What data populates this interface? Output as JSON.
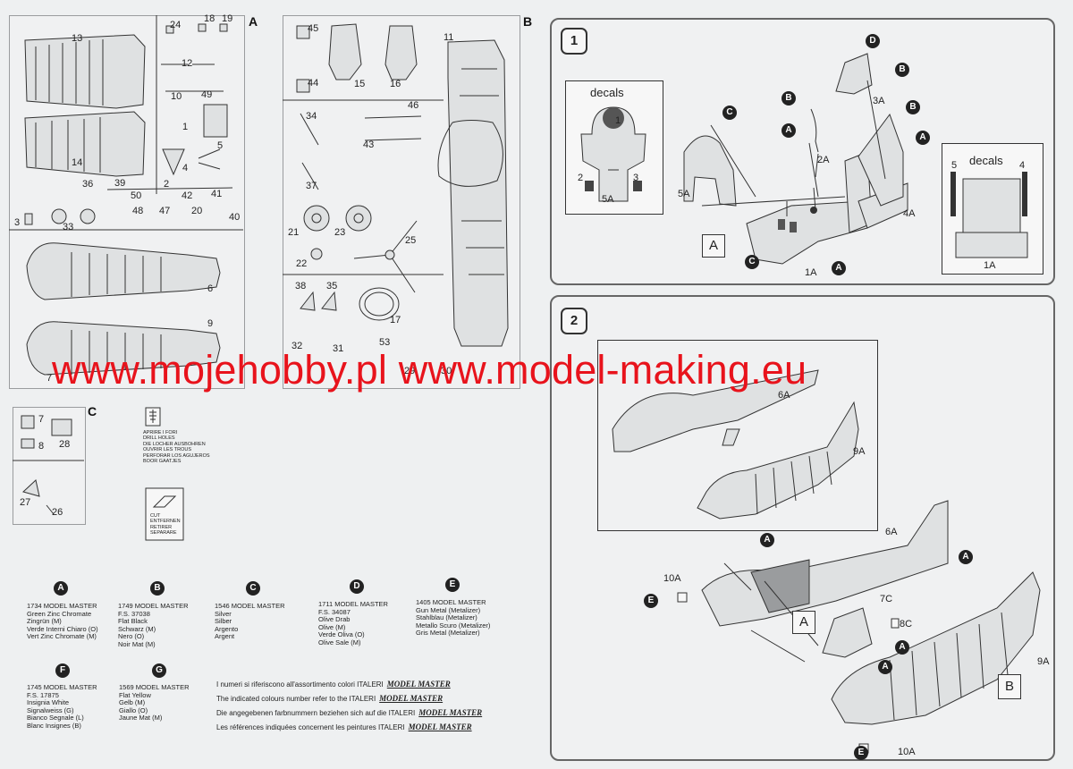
{
  "sprues": {
    "A": {
      "letter": "A",
      "parts": [
        "13",
        "24",
        "18",
        "19",
        "12",
        "10",
        "49",
        "1",
        "5",
        "14",
        "4",
        "36",
        "39",
        "50",
        "2",
        "42",
        "41",
        "3",
        "33",
        "48",
        "47",
        "20",
        "40",
        "6",
        "9",
        "7"
      ]
    },
    "B": {
      "letter": "B",
      "parts": [
        "45",
        "15",
        "16",
        "11",
        "44",
        "34",
        "46",
        "43",
        "37",
        "21",
        "23",
        "25",
        "22",
        "38",
        "35",
        "17",
        "32",
        "31",
        "53",
        "29",
        "30"
      ]
    },
    "C": {
      "letter": "C",
      "parts": [
        "7",
        "8",
        "28",
        "27",
        "26"
      ]
    }
  },
  "symbols": {
    "drill": [
      "APRIRE I FORI",
      "DRILL HOLES",
      "DIE LOCHER AUSBOHREN",
      "OUVRIR LES TROUS",
      "PERFORAR LOS AGUJEROS",
      "BOOR GAATJES"
    ],
    "cut": [
      "CUT",
      "ENTFERNEN",
      "RETIRER",
      "SEPARARE"
    ]
  },
  "colors": [
    {
      "letter": "A",
      "lines": [
        "1734 MODEL MASTER",
        "Green Zinc Chromate",
        "Zingrün (M)",
        "Verde Interni Chiaro (O)",
        "Vert Zinc Chromate (M)"
      ]
    },
    {
      "letter": "B",
      "lines": [
        "1749 MODEL MASTER",
        "F.S. 37038",
        "Flat Black",
        "Schwarz (M)",
        "Nero (O)",
        "Noir Mat (M)"
      ]
    },
    {
      "letter": "C",
      "lines": [
        "1546 MODEL MASTER",
        "Silver",
        "Silber",
        "Argento",
        "Argent"
      ]
    },
    {
      "letter": "D",
      "lines": [
        "1711 MODEL MASTER",
        "F.S. 34087",
        "Olive Drab",
        "Olive (M)",
        "Verde Oliva (O)",
        "Olive Sale (M)"
      ]
    },
    {
      "letter": "E",
      "lines": [
        "1405 MODEL MASTER",
        "Gun Metal (Metalizer)",
        "Stahlblau (Metalizer)",
        "Metallo Scuro (Metalizer)",
        "Gris Metal (Metalizer)"
      ]
    },
    {
      "letter": "F",
      "lines": [
        "1745 MODEL MASTER",
        "F.S. 17875",
        "Insignia White",
        "Signalweiss (G)",
        "Bianco Segnale (L)",
        "Blanc Insignes (B)"
      ]
    },
    {
      "letter": "G",
      "lines": [
        "1569 MODEL MASTER",
        "Flat Yellow",
        "Gelb (M)",
        "Giallo (O)",
        "Jaune Mat (M)"
      ]
    }
  ],
  "notes": {
    "lines": [
      "I numeri si riferiscono all'assortimento colori ITALERI",
      "The indicated colours number refer to the ITALERI",
      "Die angegebenen farbnummern beziehen sich auf die ITALERI",
      "Les références indiquées concernent les peintures ITALERI"
    ],
    "brand": "MODEL MASTER"
  },
  "step1": {
    "number": "1",
    "decals_label": "decals",
    "inset_left_parts": [
      "1",
      "2",
      "3",
      "5A"
    ],
    "inset_right_parts": [
      "5",
      "4",
      "1A"
    ],
    "parts": [
      "3A",
      "2A",
      "4A",
      "5A",
      "1A"
    ],
    "box_label": "A",
    "paint_refs": [
      "D",
      "B",
      "B",
      "C",
      "B",
      "A",
      "A",
      "C",
      "A"
    ]
  },
  "step2": {
    "number": "2",
    "parts": [
      "6A",
      "9A",
      "6A",
      "10A",
      "7C",
      "8C",
      "9A",
      "10A"
    ],
    "box_labels": [
      "A",
      "B"
    ],
    "paint_refs": [
      "A",
      "A",
      "E",
      "A",
      "A",
      "E"
    ]
  },
  "watermark": "www.mojehobby.pl www.model-making.eu"
}
